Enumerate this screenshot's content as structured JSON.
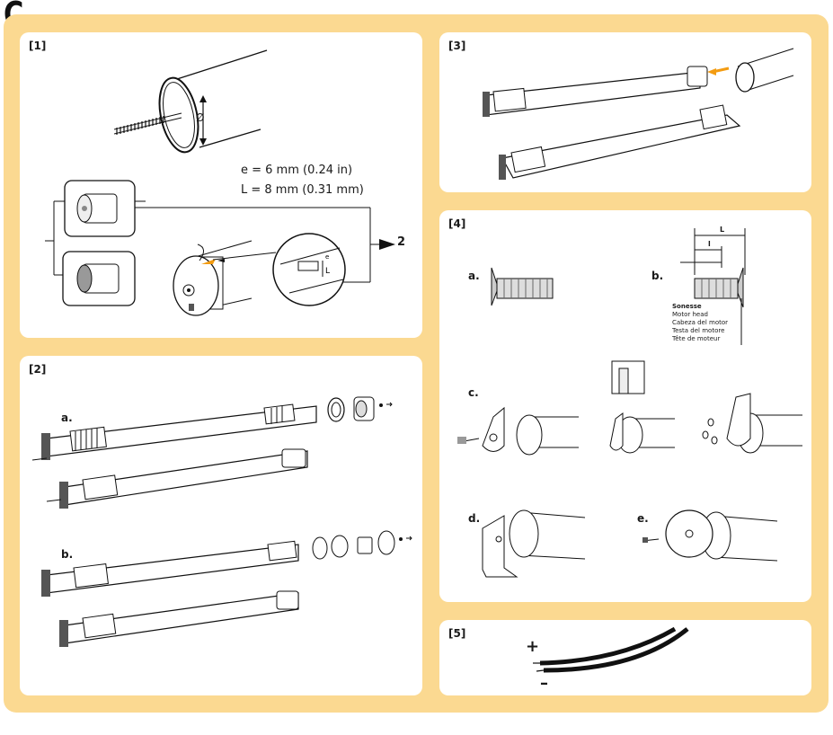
{
  "section_letter": "C",
  "panels": {
    "p1": {
      "label": "[1]",
      "diameter_symbol": "Ø",
      "spec_e": "e = 6 mm (0.24 in)",
      "spec_l": "L = 8 mm (0.31 mm)",
      "arrow_target": "2",
      "detail_label_e": "e",
      "detail_label_l": "L"
    },
    "p2": {
      "label": "[2]",
      "step_a": "a.",
      "step_b": "b."
    },
    "p3": {
      "label": "[3]"
    },
    "p4": {
      "label": "[4]",
      "step_a": "a.",
      "step_b": "b.",
      "step_c": "c.",
      "step_d": "d.",
      "step_e": "e.",
      "dim_L": "L",
      "dim_l": "l",
      "motor_head_title": "Sonesse",
      "motor_head_lines": [
        "Motor head",
        "Cabeza del motor",
        "Testa del motore",
        "Tête de moteur"
      ]
    },
    "p5": {
      "label": "[5]",
      "plus": "+",
      "minus": "–"
    }
  },
  "colors": {
    "frame": "#fbd991",
    "accent_arrow": "#f39c12"
  }
}
